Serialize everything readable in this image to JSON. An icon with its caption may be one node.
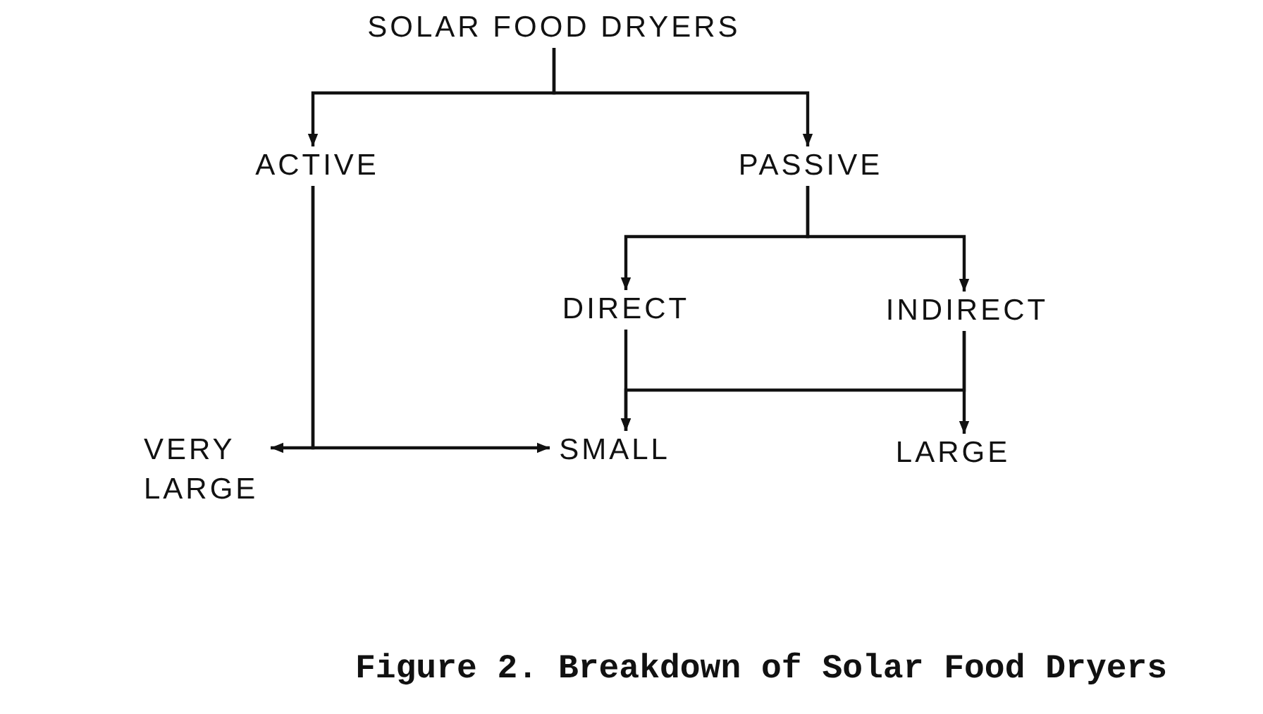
{
  "diagram": {
    "caption": "Figure 2. Breakdown of Solar Food Dryers",
    "nodes": [
      {
        "text": [
          "SOLAR FOOD DRYERS"
        ]
      },
      {
        "text": [
          "ACTIVE"
        ]
      },
      {
        "text": [
          "PASSIVE"
        ]
      },
      {
        "text": [
          "DIRECT"
        ]
      },
      {
        "text": [
          "INDIRECT"
        ]
      },
      {
        "text": [
          "VERY LARGE"
        ]
      },
      {
        "text": [
          "SMALL"
        ]
      },
      {
        "text": [
          "LARGE"
        ]
      }
    ],
    "edges": [
      {
        "from": 0,
        "to": 1,
        "arrow": "to"
      },
      {
        "from": 0,
        "to": 2,
        "arrow": "to"
      },
      {
        "from": 2,
        "to": 3,
        "arrow": "to"
      },
      {
        "from": 2,
        "to": 4,
        "arrow": "to"
      },
      {
        "from": 1,
        "to": 5,
        "arrow": "to"
      },
      {
        "from": 1,
        "to": 6,
        "arrow": "to"
      },
      {
        "from": 3,
        "to": 6,
        "arrow": "to"
      },
      {
        "from": 4,
        "to": 6,
        "arrow": "to"
      },
      {
        "from": 4,
        "to": 7,
        "arrow": "to"
      }
    ]
  }
}
